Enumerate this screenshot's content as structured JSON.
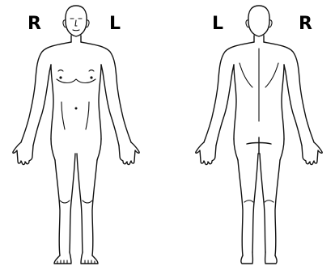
{
  "front_figure": {
    "left_side_label": "R",
    "right_side_label": "L"
  },
  "back_figure": {
    "left_side_label": "L",
    "right_side_label": "R"
  }
}
